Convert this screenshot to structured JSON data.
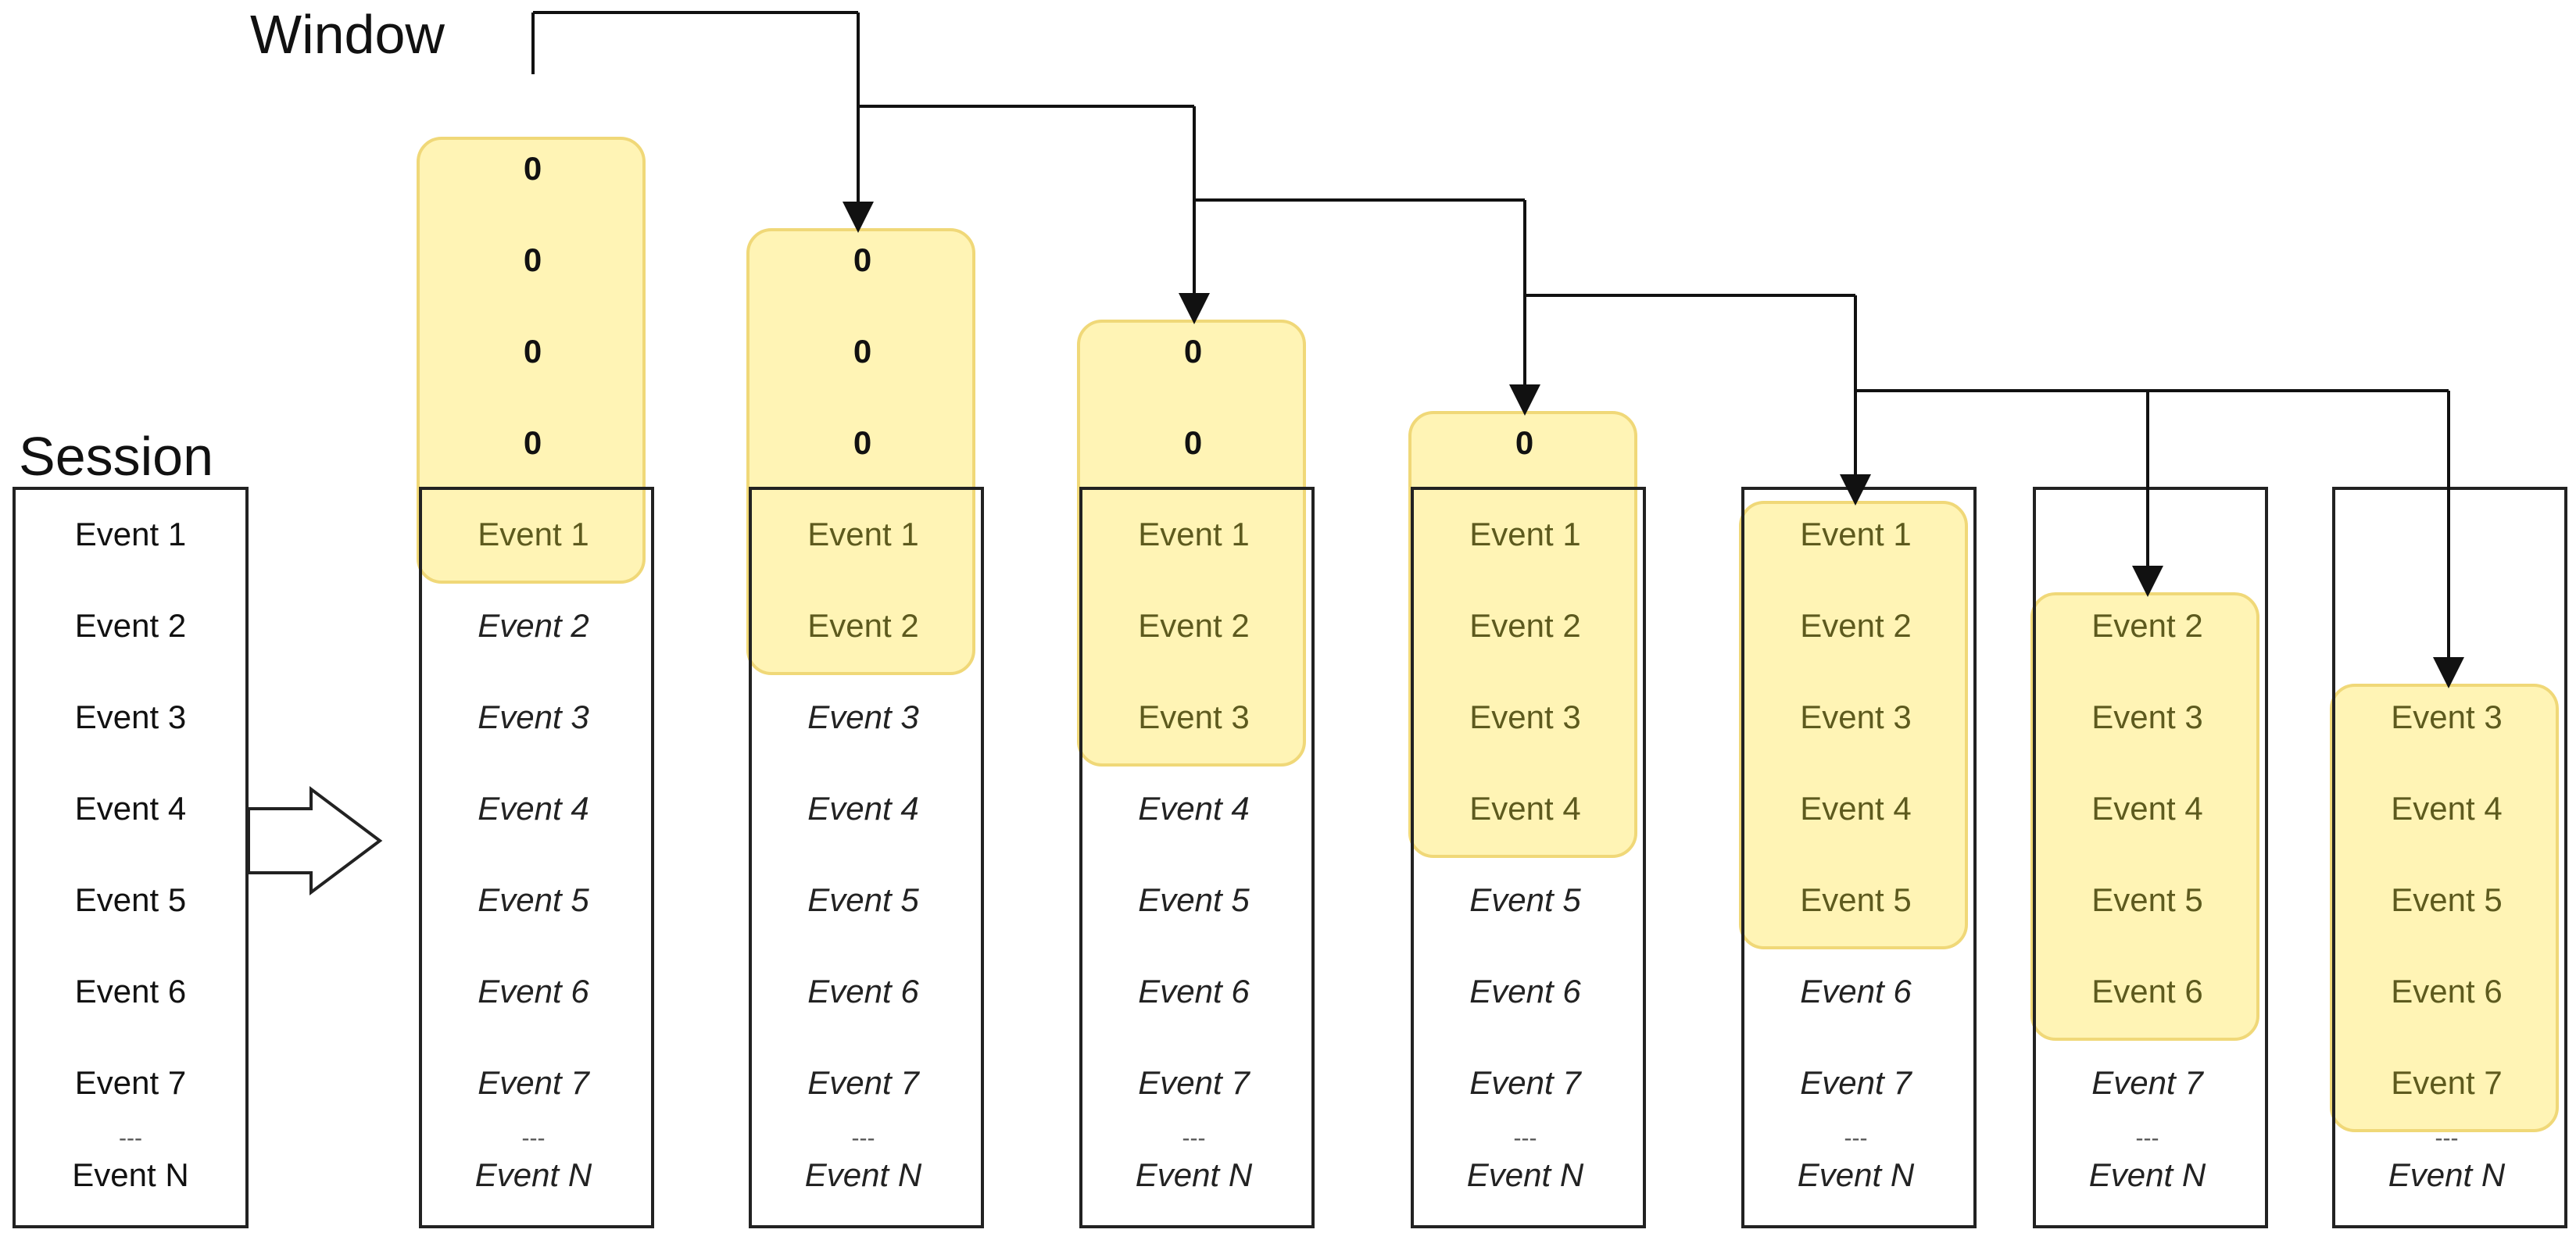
{
  "labels": {
    "window": "Window",
    "session": "Session"
  },
  "session": {
    "events": [
      "Event 1",
      "Event 2",
      "Event 3",
      "Event 4",
      "Event 5",
      "Event 6",
      "Event 7"
    ],
    "ellipsis": "---",
    "last": "Event N"
  },
  "window_size": 5,
  "padding_value": "0",
  "colors": {
    "highlight_fill": "#fff2a8",
    "highlight_stroke": "#f0d878",
    "box_stroke": "#222222",
    "arrow": "#111111"
  },
  "columns": [
    {
      "start": 1,
      "end": 1,
      "padding": 4
    },
    {
      "start": 1,
      "end": 2,
      "padding": 3
    },
    {
      "start": 1,
      "end": 3,
      "padding": 2
    },
    {
      "start": 1,
      "end": 4,
      "padding": 1
    },
    {
      "start": 1,
      "end": 5,
      "padding": 0
    },
    {
      "start": 2,
      "end": 6,
      "padding": 0
    },
    {
      "start": 3,
      "end": 7,
      "padding": 0
    }
  ]
}
